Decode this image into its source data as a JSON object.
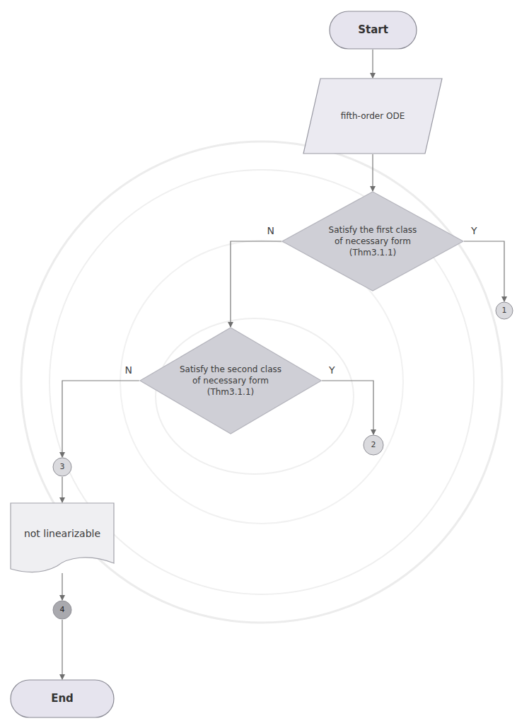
{
  "diagram": {
    "nodes": [
      {
        "text": [
          "Start"
        ]
      },
      {
        "text": [
          "fifth-order ODE"
        ]
      },
      {
        "text": [
          "Satisfy the first class of necessary form (Thm3.1.1)"
        ]
      },
      {
        "text": [
          "1"
        ]
      },
      {
        "text": [
          "Satisfy the second class of necessary form (Thm3.1.1)"
        ]
      },
      {
        "text": [
          "2"
        ]
      },
      {
        "text": [
          "3"
        ]
      },
      {
        "text": [
          "not linearizable"
        ]
      },
      {
        "text": [
          "4"
        ]
      },
      {
        "text": [
          "End"
        ]
      }
    ],
    "edges": [
      {
        "from": 0,
        "to": 1,
        "arrow": "to"
      },
      {
        "from": 1,
        "to": 2,
        "arrow": "to"
      },
      {
        "from": 2,
        "to": 4,
        "label": "N",
        "arrow": "to"
      },
      {
        "from": 2,
        "to": 3,
        "label": "Y",
        "arrow": "to"
      },
      {
        "from": 4,
        "to": 6,
        "label": "N",
        "arrow": "to"
      },
      {
        "from": 4,
        "to": 5,
        "label": "Y",
        "arrow": "to"
      },
      {
        "from": 6,
        "to": 7,
        "arrow": "to"
      },
      {
        "from": 7,
        "to": 8,
        "arrow": "to"
      },
      {
        "from": 8,
        "to": 9,
        "arrow": "to"
      }
    ]
  }
}
